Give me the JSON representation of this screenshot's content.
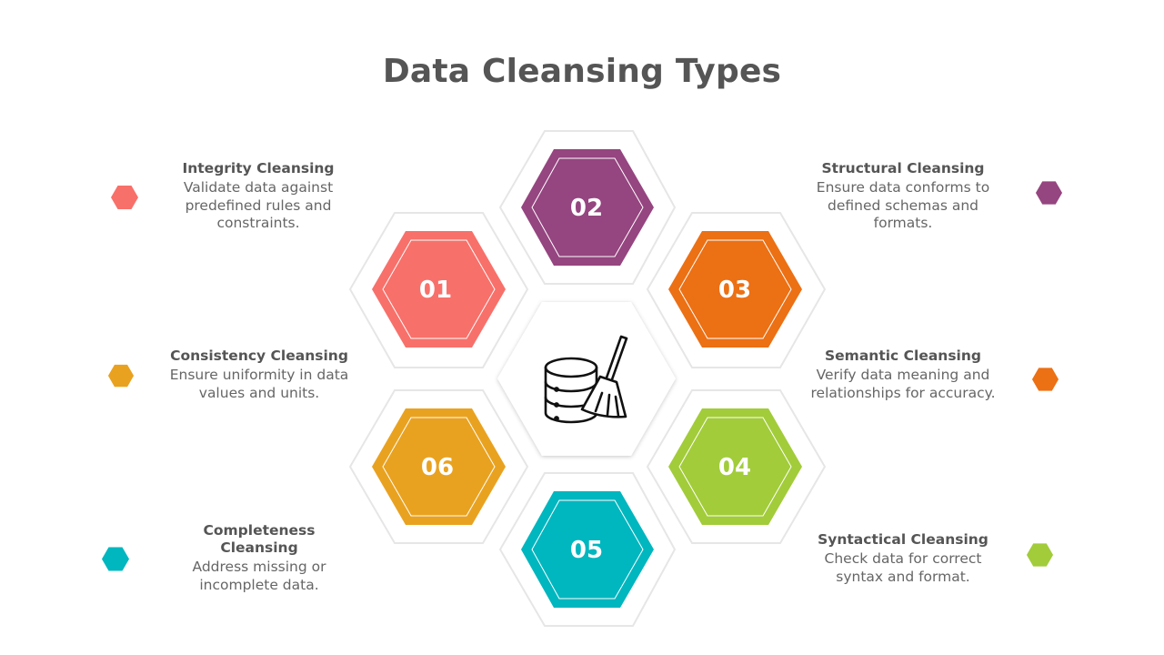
{
  "title": "Data Cleansing Types",
  "center": {
    "icon": "database-broom-icon"
  },
  "hexagons": [
    {
      "number": "01",
      "color": "#F8706A"
    },
    {
      "number": "02",
      "color": "#954580"
    },
    {
      "number": "03",
      "color": "#EC7014"
    },
    {
      "number": "04",
      "color": "#A2CC3A"
    },
    {
      "number": "05",
      "color": "#00B6BF"
    },
    {
      "number": "06",
      "color": "#E9A220"
    }
  ],
  "items": [
    {
      "heading": "Integrity Cleansing",
      "desc": "Validate data against predefined rules and constraints.",
      "color": "#F8706A"
    },
    {
      "heading": "Structural Cleansing",
      "desc": "Ensure data conforms to defined schemas and formats.",
      "color": "#954580"
    },
    {
      "heading": "Consistency Cleansing",
      "desc": "Ensure uniformity in data values and units.",
      "color": "#E9A220"
    },
    {
      "heading": "Semantic Cleansing",
      "desc": "Verify data meaning and relationships for accuracy.",
      "color": "#EC7014"
    },
    {
      "heading": "Completeness Cleansing",
      "desc": "Address missing or incomplete data.",
      "color": "#00B6BF"
    },
    {
      "heading": "Syntactical Cleansing",
      "desc": "Check data for correct syntax and format.",
      "color": "#A2CC3A"
    }
  ]
}
